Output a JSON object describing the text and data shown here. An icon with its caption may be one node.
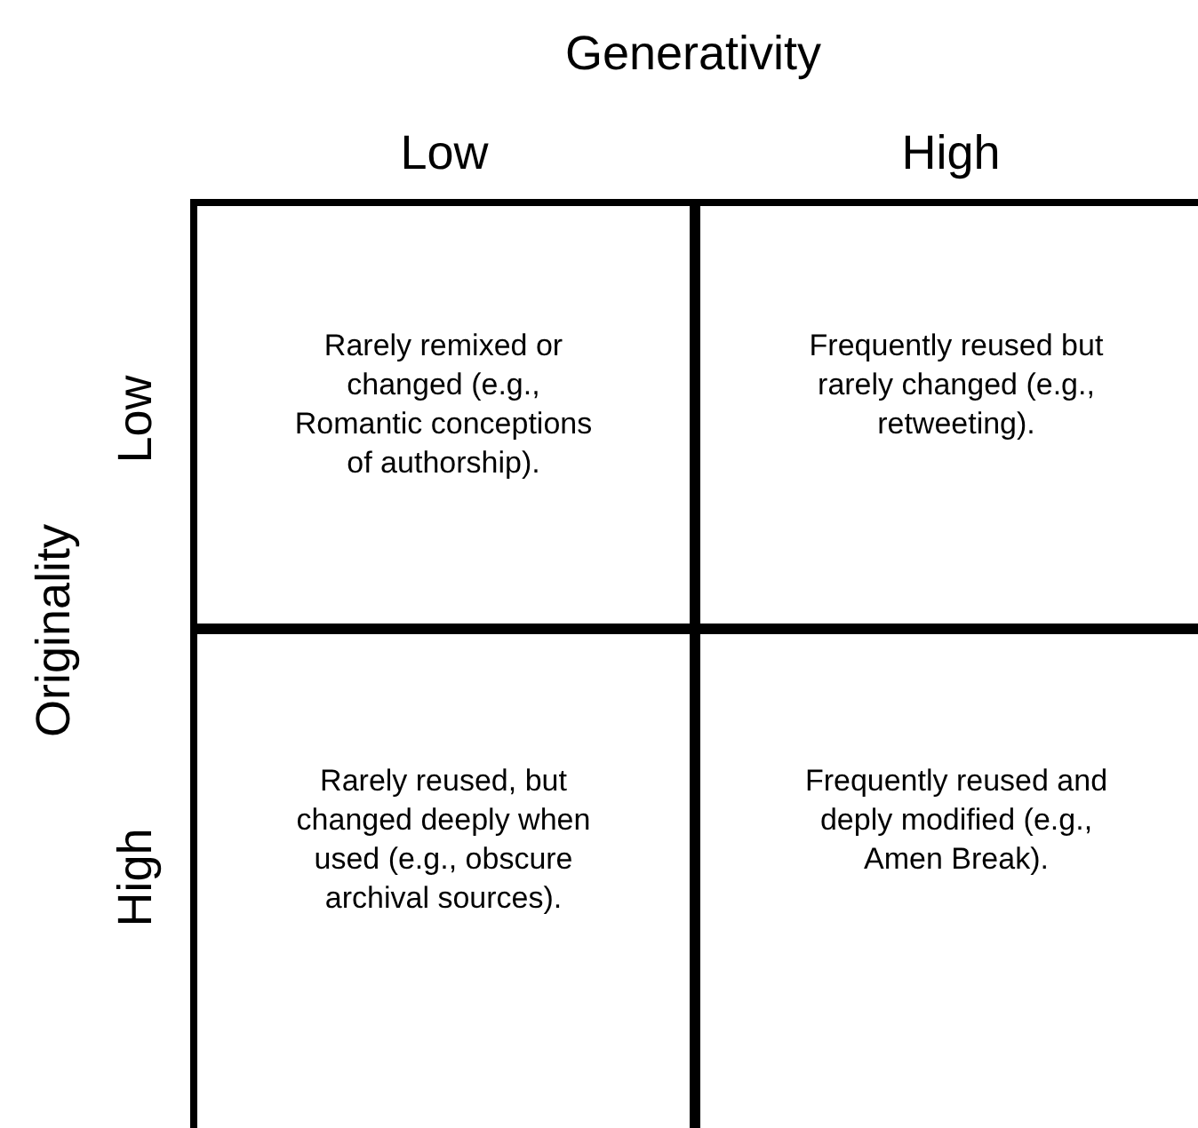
{
  "diagram": {
    "nodes": [
      {
        "text": [
          "Rarely remixed or changed (e.g., Romantic conceptions of authorship)."
        ]
      },
      {
        "text": [
          "Frequently reused but rarely changed (e.g., retweeting)."
        ]
      },
      {
        "text": [
          "Rarely reused, but changed deeply when used (e.g., obscure archival sources)."
        ]
      },
      {
        "text": [
          "Frequently reused and deply modified (e.g., Amen Break)."
        ]
      }
    ],
    "edges": [],
    "labels": [
      "Generativity",
      "Low",
      "High",
      "Low",
      "Originality",
      "High"
    ]
  }
}
